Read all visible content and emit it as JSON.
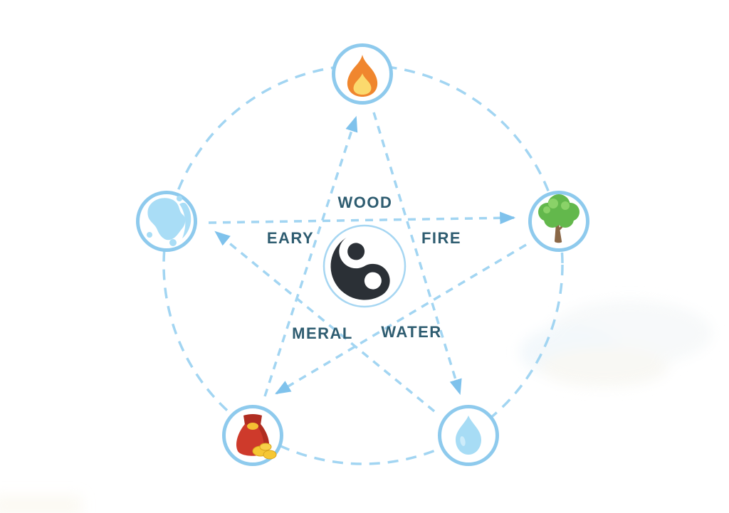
{
  "diagram": {
    "type": "five-elements-cycle",
    "labels": {
      "wood": "WOOD",
      "fire": "FIRE",
      "earth": "EARY",
      "metal": "MERAL",
      "water": "WATER"
    },
    "nodes": [
      {
        "id": "fire",
        "icon": "flame-icon",
        "position": "top"
      },
      {
        "id": "wood",
        "icon": "tree-icon",
        "position": "right"
      },
      {
        "id": "water",
        "icon": "water-drop-icon",
        "position": "bottom-right"
      },
      {
        "id": "metal",
        "icon": "money-bag-icon",
        "position": "bottom-left"
      },
      {
        "id": "earth",
        "icon": "globe-icon",
        "position": "left"
      }
    ],
    "center": {
      "icon": "yin-yang-icon"
    },
    "arrows": [
      {
        "from": "metal",
        "to": "fire"
      },
      {
        "from": "fire",
        "to": "water"
      },
      {
        "from": "water",
        "to": "earth"
      },
      {
        "from": "earth",
        "to": "wood"
      },
      {
        "from": "wood",
        "to": "metal"
      }
    ],
    "colors": {
      "dashed_line": "#a2d5f2",
      "node_ring": "#8ecaed",
      "arrowhead": "#7fc2ec",
      "label_text": "#2e5c70",
      "yin_yang_dark": "#2b3036",
      "background": "#ffffff"
    }
  }
}
